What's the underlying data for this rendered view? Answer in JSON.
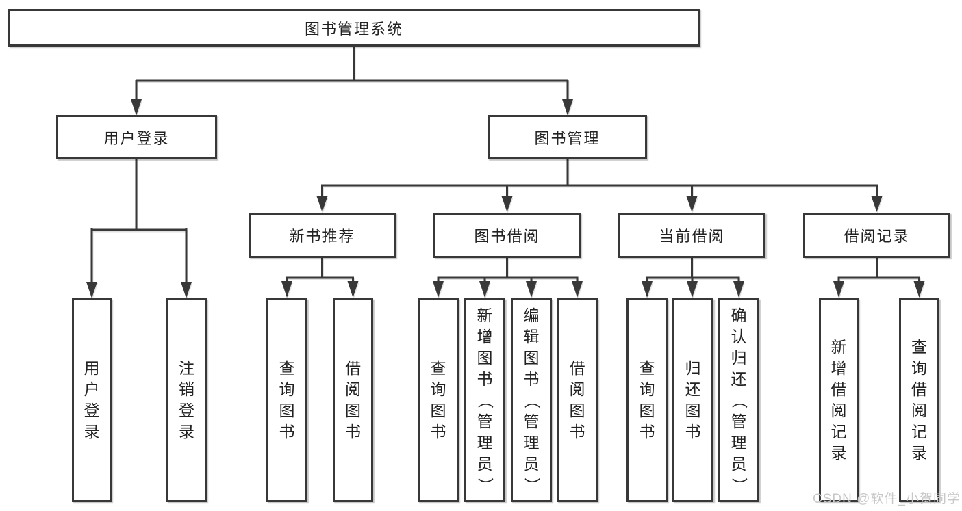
{
  "diagram": {
    "root": {
      "label": "图书管理系统"
    },
    "branches": [
      {
        "label": "用户登录",
        "children": [
          {
            "label": "用户登录"
          },
          {
            "label": "注销登录"
          }
        ]
      },
      {
        "label": "图书管理",
        "children": [
          {
            "label": "新书推荐",
            "children": [
              {
                "label": "查询图书"
              },
              {
                "label": "借阅图书"
              }
            ]
          },
          {
            "label": "图书借阅",
            "children": [
              {
                "label": "查询图书"
              },
              {
                "label": "新增图书（管理员）"
              },
              {
                "label": "编辑图书（管理员）"
              },
              {
                "label": "借阅图书"
              }
            ]
          },
          {
            "label": "当前借阅",
            "children": [
              {
                "label": "查询图书"
              },
              {
                "label": "归还图书"
              },
              {
                "label": "确认归还（管理员）"
              }
            ]
          },
          {
            "label": "借阅记录",
            "children": [
              {
                "label": "新增借阅记录"
              },
              {
                "label": "查询借阅记录"
              }
            ]
          }
        ]
      }
    ]
  },
  "watermark": {
    "text": "CSDN @软件_小贺同学"
  },
  "colors": {
    "line": "#383838",
    "text": "#222222",
    "background": "#ffffff",
    "watermark": "#c8c8c8"
  }
}
